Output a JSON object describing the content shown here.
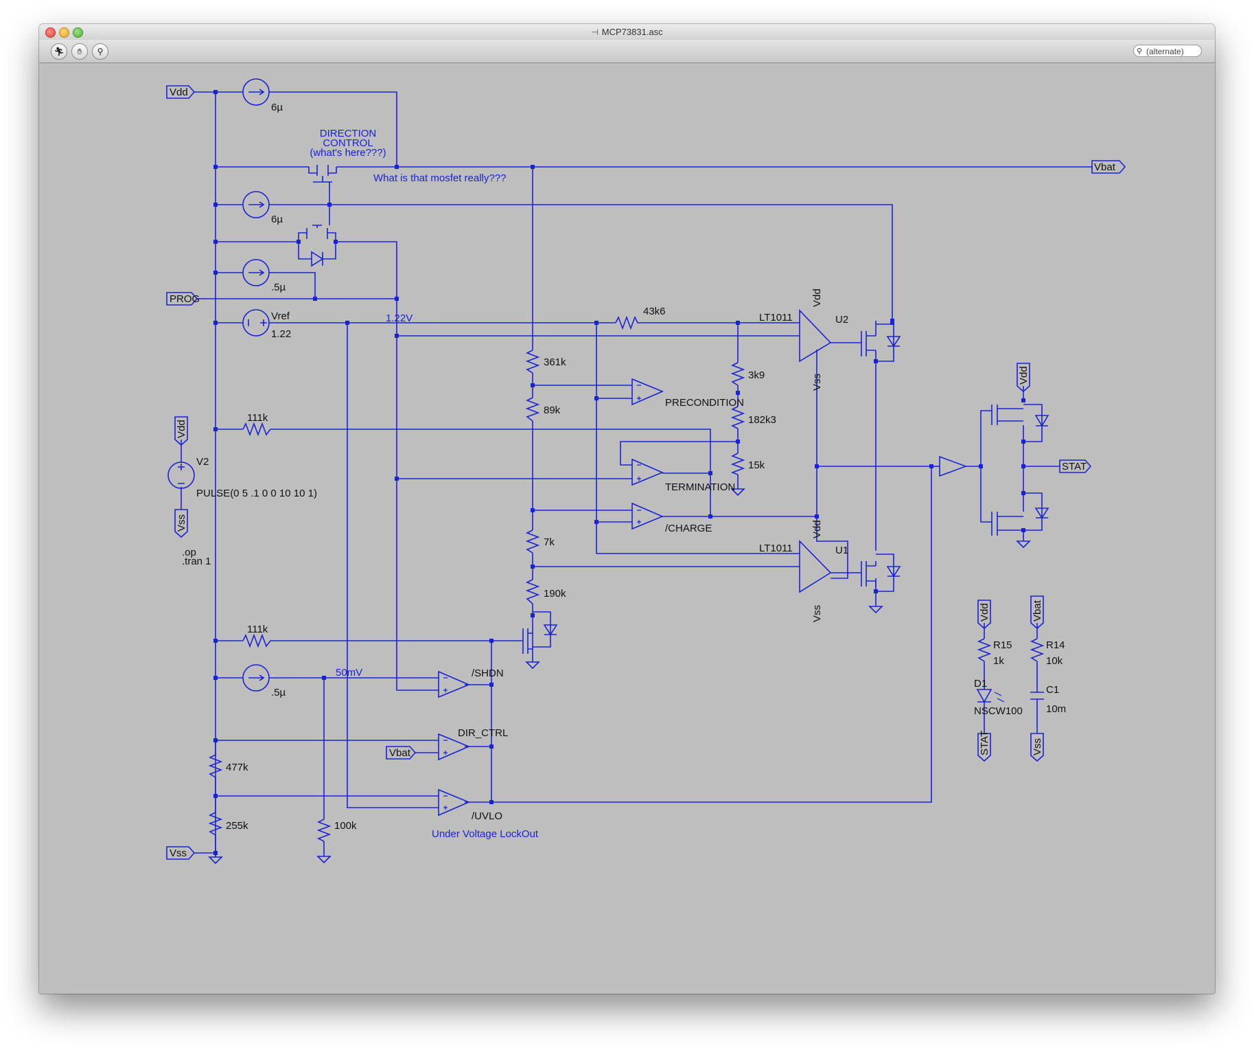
{
  "window": {
    "title": "MCP73831.asc"
  },
  "toolbar": {
    "search_placeholder": "(alternate)",
    "buttons": [
      "run-icon",
      "halt-icon",
      "probe-icon"
    ]
  },
  "schematic": {
    "ports": {
      "vdd_top": "Vdd",
      "prog": "PROG",
      "vss_bottom": "Vss",
      "vbat_out": "Vbat",
      "stat_out": "STAT",
      "vbat_cmp": "Vbat",
      "vdd_v2": "Vdd",
      "vss_v2": "Vss",
      "vdd_stat_drv": "Vdd",
      "vdd_led": "Vdd",
      "stat_led": "STAT",
      "vbat_load": "Vbat",
      "vss_load": "Vss",
      "vdd_u2": "Vdd",
      "vss_u2": "Vss",
      "vdd_u1": "Vdd",
      "vss_u1": "Vss"
    },
    "values": {
      "i1": "6µ",
      "i2": "6µ",
      "i3": ".5µ",
      "i4": ".5µ",
      "vref_name": "Vref",
      "vref_value": "1.22",
      "net_1v22": "1.22V",
      "net_50mv": "50mV",
      "r_43k6": "43k6",
      "r_361k": "361k",
      "r_89k": "89k",
      "r_3k9": "3k9",
      "r_182k3": "182k3",
      "r_15k": "15k",
      "r_111k_a": "111k",
      "r_111k_b": "111k",
      "r_7k": "7k",
      "r_190k": "190k",
      "r_477k": "477k",
      "r_255k": "255k",
      "r_100k": "100k",
      "u2_model": "LT1011",
      "u2_name": "U2",
      "u1_model": "LT1011",
      "u1_name": "U1",
      "v2_name": "V2",
      "v2_value": "PULSE(0 5 .1 0 0 10 10 1)",
      "r15_name": "R15",
      "r15_value": "1k",
      "d1_name": "D1",
      "d1_value": "NSCW100",
      "r14_name": "R14",
      "r14_value": "10k",
      "c1_name": "C1",
      "c1_value": "10m"
    },
    "labels": {
      "direction_control_1": "DIRECTION",
      "direction_control_2": "CONTROL",
      "direction_control_3": "(what's here???)",
      "mosfet_question": "What is that mosfet really???",
      "precondition": "PRECONDITION",
      "termination": "TERMINATION",
      "charge": "/CHARGE",
      "shdn": "/SHDN",
      "dir_ctrl": "DIR_CTRL",
      "uvlo": "/UVLO",
      "uvlo_desc": "Under Voltage LockOut",
      "directive_op": ".op",
      "directive_tran": ".tran 1"
    }
  },
  "colors": {
    "wire": "#1a22d6",
    "canvas": "#bebebe",
    "text": "#111111",
    "comment": "#1a22d6"
  }
}
